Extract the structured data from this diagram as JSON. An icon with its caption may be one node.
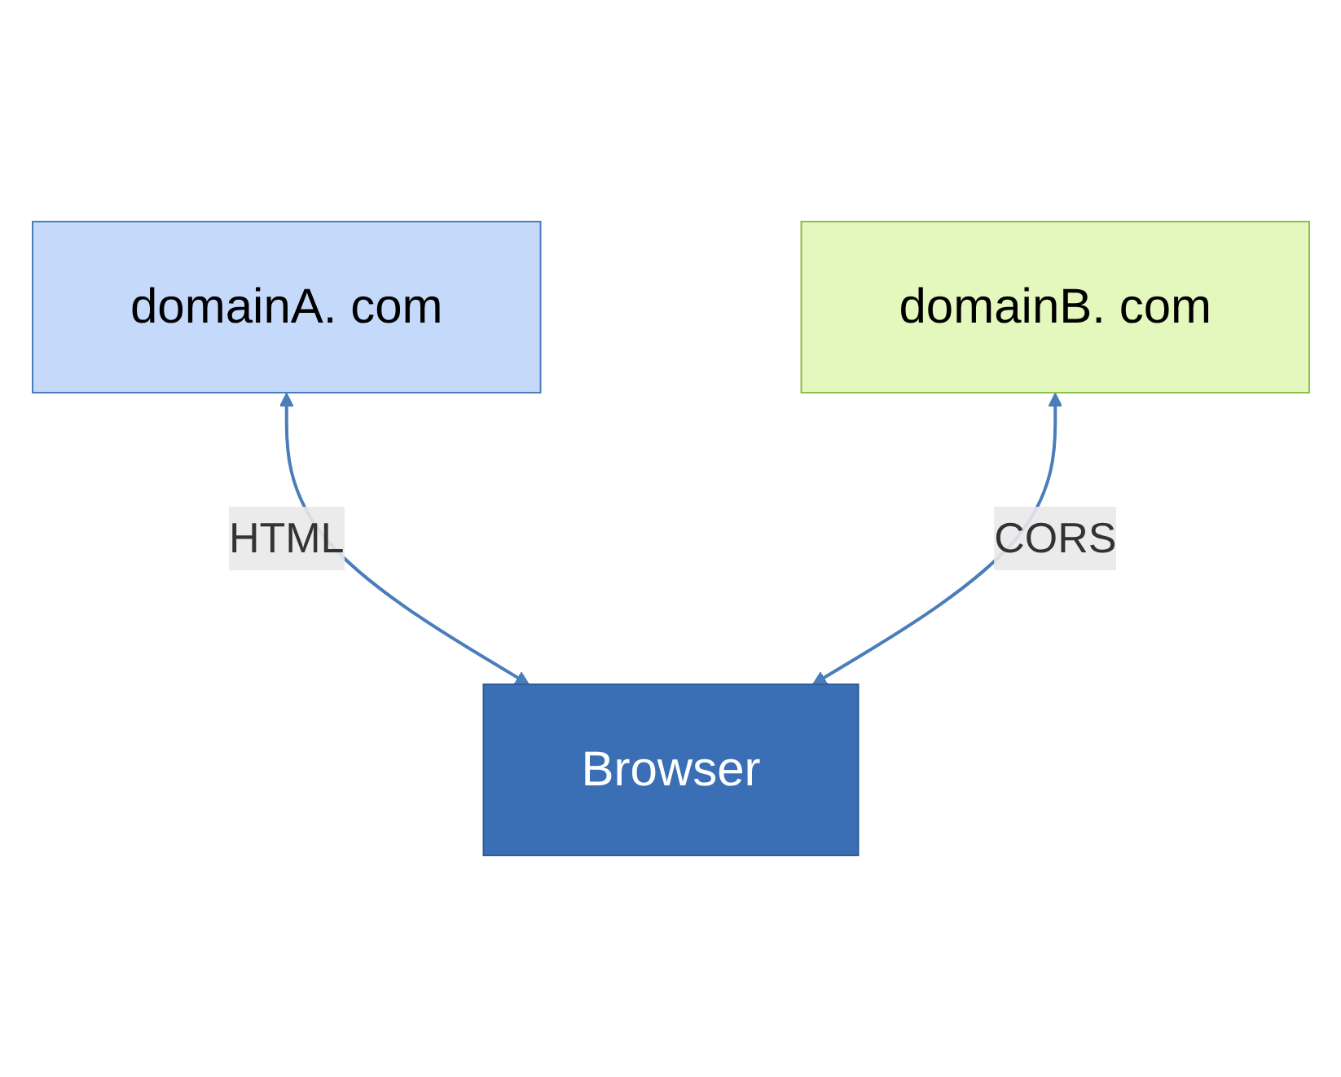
{
  "diagram": {
    "nodes": [
      {
        "text": [
          "domainA. com"
        ]
      },
      {
        "text": [
          "domainB. com"
        ]
      },
      {
        "text": [
          "Browser"
        ]
      }
    ],
    "edges": [
      {
        "from": 0,
        "to": 2,
        "arrow": "both",
        "label": "HTML"
      },
      {
        "from": 1,
        "to": 2,
        "arrow": "both",
        "label": "CORS"
      }
    ]
  }
}
